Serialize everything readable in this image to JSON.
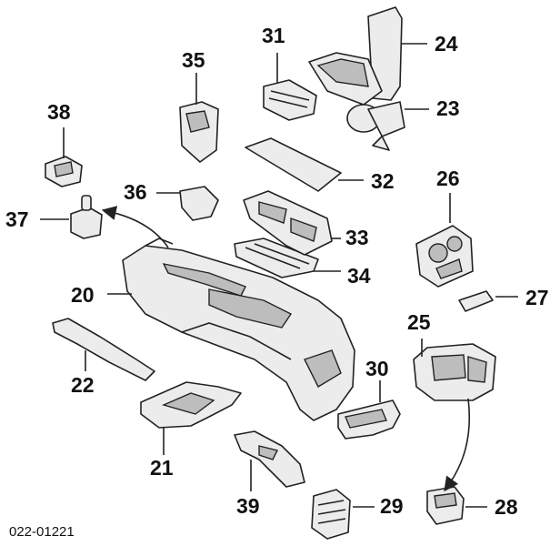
{
  "diagram_code": "022-01221",
  "callouts": {
    "c20": "20",
    "c21": "21",
    "c22": "22",
    "c23": "23",
    "c24": "24",
    "c25": "25",
    "c26": "26",
    "c27": "27",
    "c28": "28",
    "c29": "29",
    "c30": "30",
    "c31": "31",
    "c32": "32",
    "c33": "33",
    "c34": "34",
    "c35": "35",
    "c36": "36",
    "c37": "37",
    "c38": "38",
    "c39": "39"
  }
}
